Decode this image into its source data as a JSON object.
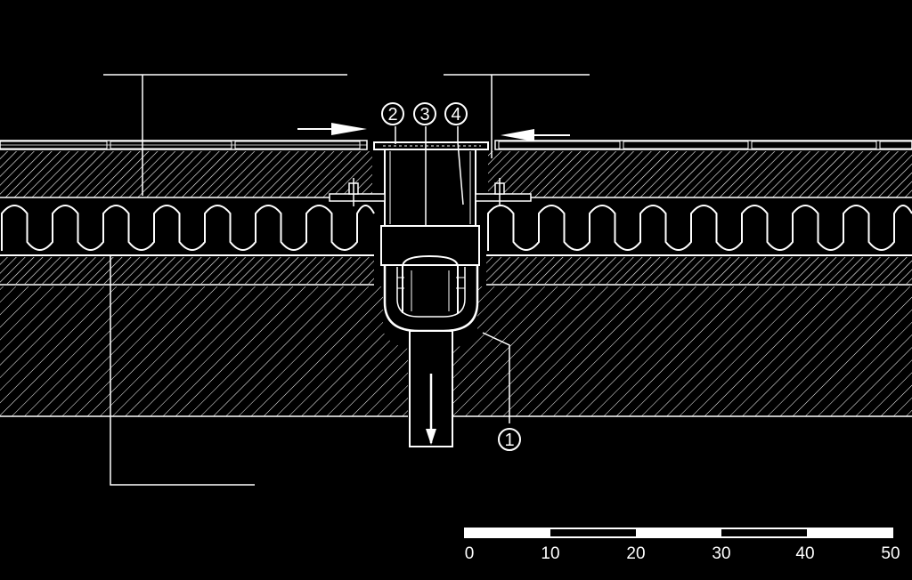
{
  "diagram": {
    "callouts": [
      {
        "id": "2",
        "label": "②"
      },
      {
        "id": "3",
        "label": "③"
      },
      {
        "id": "4",
        "label": "④"
      },
      {
        "id": "1",
        "label": "①"
      }
    ],
    "scale_bar": {
      "labels": [
        "0",
        "10",
        "20",
        "30",
        "40",
        "50"
      ]
    },
    "colors": {
      "background": "#000000",
      "lines": "#ffffff"
    }
  }
}
